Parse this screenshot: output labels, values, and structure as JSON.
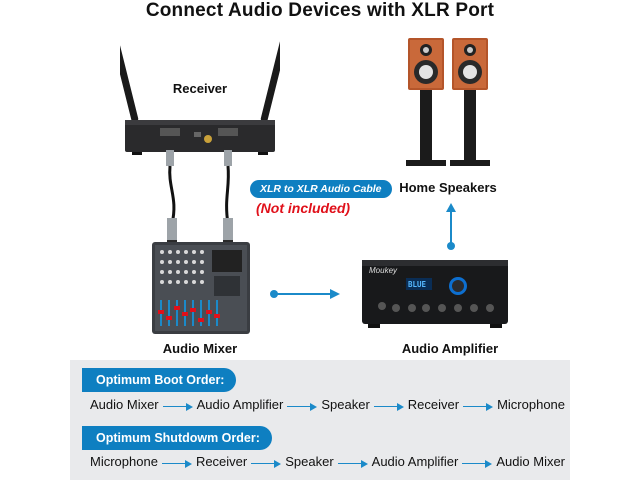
{
  "title": "Connect Audio Devices with XLR Port",
  "devices": {
    "receiver": "Receiver",
    "home_speakers": "Home Speakers",
    "audio_mixer": "Audio Mixer",
    "audio_amplifier": "Audio Amplifier"
  },
  "cable": {
    "label": "XLR to XLR Audio Cable",
    "note": "(Not included)"
  },
  "amp_display": "BLUE",
  "amp_brand": "Moukey",
  "boot_order": {
    "heading": "Optimum Boot Order:",
    "steps": [
      "Audio Mixer",
      "Audio Amplifier",
      "Speaker",
      "Receiver",
      "Microphone"
    ]
  },
  "shutdown_order": {
    "heading": "Optimum Shutdowm Order:",
    "steps": [
      "Microphone",
      "Receiver",
      "Speaker",
      "Audio Amplifier",
      "Audio Mixer"
    ]
  },
  "colors": {
    "accent_blue": "#0e7fc1",
    "note_red": "#e0101a",
    "panel_grey": "#e9eaec"
  }
}
